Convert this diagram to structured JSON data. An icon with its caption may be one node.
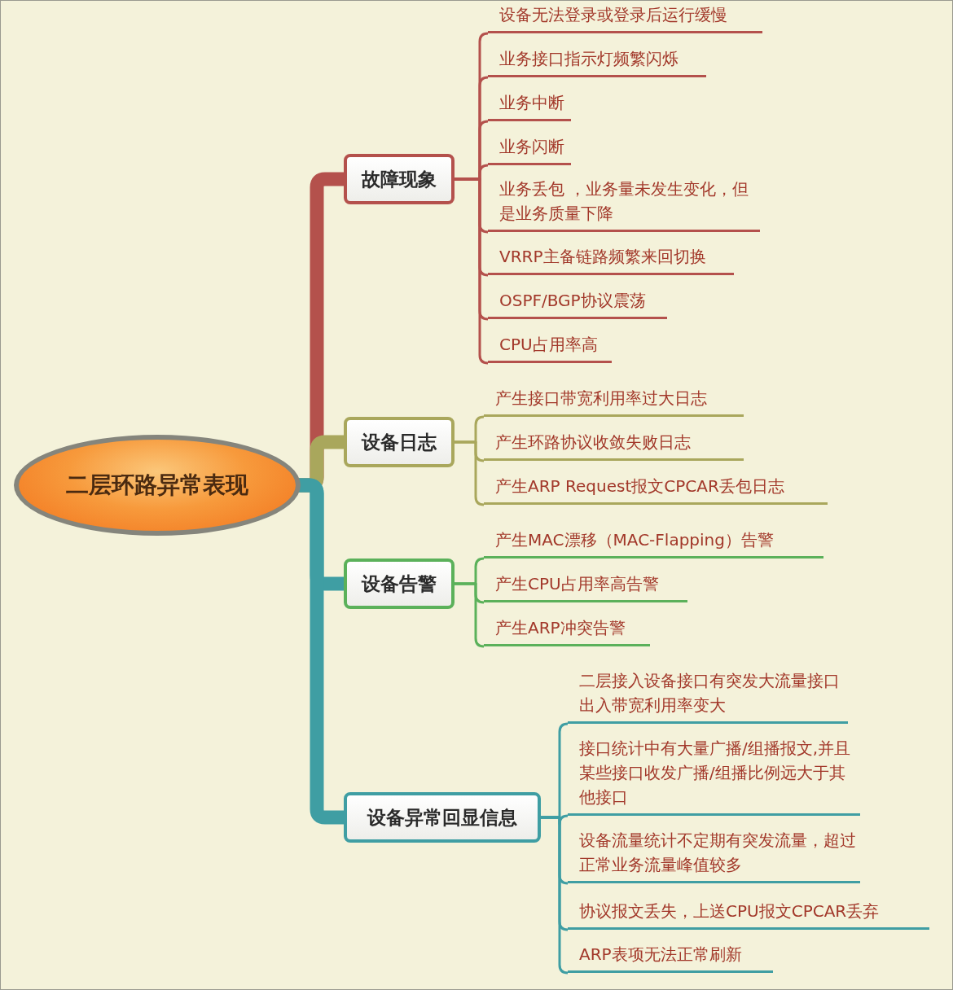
{
  "diagram": {
    "nodes": [
      {
        "text": [
          "二层环路异常表现"
        ]
      },
      {
        "text": [
          "故障现象"
        ]
      },
      {
        "text": [
          "设备无法登录或登录后运行缓慢"
        ]
      },
      {
        "text": [
          "业务接口指示灯频繁闪烁"
        ]
      },
      {
        "text": [
          "业务中断"
        ]
      },
      {
        "text": [
          "业务闪断"
        ]
      },
      {
        "text": [
          "业务丢包 ，业务量未发生变化，但是业务质量下降"
        ]
      },
      {
        "text": [
          "VRRP主备链路频繁来回切换"
        ]
      },
      {
        "text": [
          "OSPF/BGP协议震荡"
        ]
      },
      {
        "text": [
          "CPU占用率高"
        ]
      },
      {
        "text": [
          "设备日志"
        ]
      },
      {
        "text": [
          "产生接口带宽利用率过大日志"
        ]
      },
      {
        "text": [
          "产生环路协议收敛失败日志"
        ]
      },
      {
        "text": [
          "产生ARP Request报文CPCAR丢包日志"
        ]
      },
      {
        "text": [
          "设备告警"
        ]
      },
      {
        "text": [
          "产生MAC漂移（MAC-Flapping）告警"
        ]
      },
      {
        "text": [
          "产生CPU占用率高告警"
        ]
      },
      {
        "text": [
          "产生ARP冲突告警"
        ]
      },
      {
        "text": [
          "设备异常回显信息"
        ]
      },
      {
        "text": [
          "二层接入设备接口有突发大流量接口出入带宽利用率变大"
        ]
      },
      {
        "text": [
          "接口统计中有大量广播/组播报文,并且某些接口收发广播/组播比例远大于其他接口"
        ]
      },
      {
        "text": [
          "设备流量统计不定期有突发流量，超过正常业务流量峰值较多"
        ]
      },
      {
        "text": [
          "协议报文丢失，上送CPU报文CPCAR丢弃"
        ]
      },
      {
        "text": [
          "ARP表项无法正常刷新"
        ]
      }
    ],
    "edges": [
      {
        "from": 0,
        "to": 1,
        "arrow": "none",
        "style": "thick"
      },
      {
        "from": 0,
        "to": 10,
        "arrow": "none",
        "style": "thick",
        "color": "#a9a75c"
      },
      {
        "from": 0,
        "to": 14,
        "arrow": "none",
        "style": "thick",
        "color": "#3f9ea3"
      },
      {
        "from": 0,
        "to": 18,
        "arrow": "none",
        "style": "thick",
        "color": "#3f9ea3"
      },
      {
        "from": 1,
        "to": 2,
        "arrow": "none"
      },
      {
        "from": 1,
        "to": 3,
        "arrow": "none"
      },
      {
        "from": 1,
        "to": 4,
        "arrow": "none"
      },
      {
        "from": 1,
        "to": 5,
        "arrow": "none"
      },
      {
        "from": 1,
        "to": 6,
        "arrow": "none"
      },
      {
        "from": 1,
        "to": 7,
        "arrow": "none"
      },
      {
        "from": 1,
        "to": 8,
        "arrow": "none"
      },
      {
        "from": 1,
        "to": 9,
        "arrow": "none"
      },
      {
        "from": 10,
        "to": 11,
        "arrow": "none",
        "color": "#a9a75c"
      },
      {
        "from": 10,
        "to": 12,
        "arrow": "none",
        "color": "#a9a75c"
      },
      {
        "from": 10,
        "to": 13,
        "arrow": "none",
        "color": "#a9a75c"
      },
      {
        "from": 14,
        "to": 15,
        "arrow": "none",
        "color": "#5bb15a"
      },
      {
        "from": 14,
        "to": 16,
        "arrow": "none",
        "color": "#5bb15a"
      },
      {
        "from": 14,
        "to": 17,
        "arrow": "none",
        "color": "#5bb15a"
      },
      {
        "from": 18,
        "to": 19,
        "arrow": "none",
        "color": "#3f9ea3"
      },
      {
        "from": 18,
        "to": 20,
        "arrow": "none",
        "color": "#3f9ea3"
      },
      {
        "from": 18,
        "to": 21,
        "arrow": "none",
        "color": "#3f9ea3"
      },
      {
        "from": 18,
        "to": 22,
        "arrow": "none",
        "color": "#3f9ea3"
      },
      {
        "from": 18,
        "to": 23,
        "arrow": "none",
        "color": "#3f9ea3"
      }
    ]
  }
}
